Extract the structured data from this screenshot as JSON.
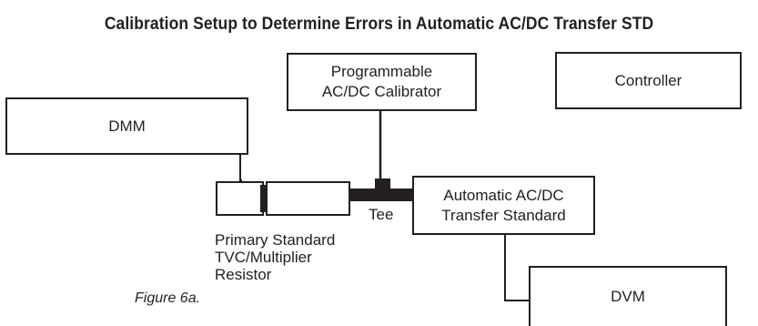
{
  "title": "Calibration Setup to Determine Errors in Automatic AC/DC Transfer STD",
  "blocks": {
    "calibrator": {
      "line1": "Programmable",
      "line2": "AC/DC Calibrator"
    },
    "controller": {
      "label": "Controller"
    },
    "dmm": {
      "label": "DMM"
    },
    "transfer_standard": {
      "line1": "Automatic AC/DC",
      "line2": "Transfer Standard"
    },
    "dvm": {
      "label": "DVM"
    }
  },
  "labels": {
    "tee": "Tee",
    "primary_standard": {
      "line1": "Primary Standard",
      "line2": "TVC/Multiplier",
      "line3": "Resistor"
    }
  },
  "caption": "Figure 6a."
}
